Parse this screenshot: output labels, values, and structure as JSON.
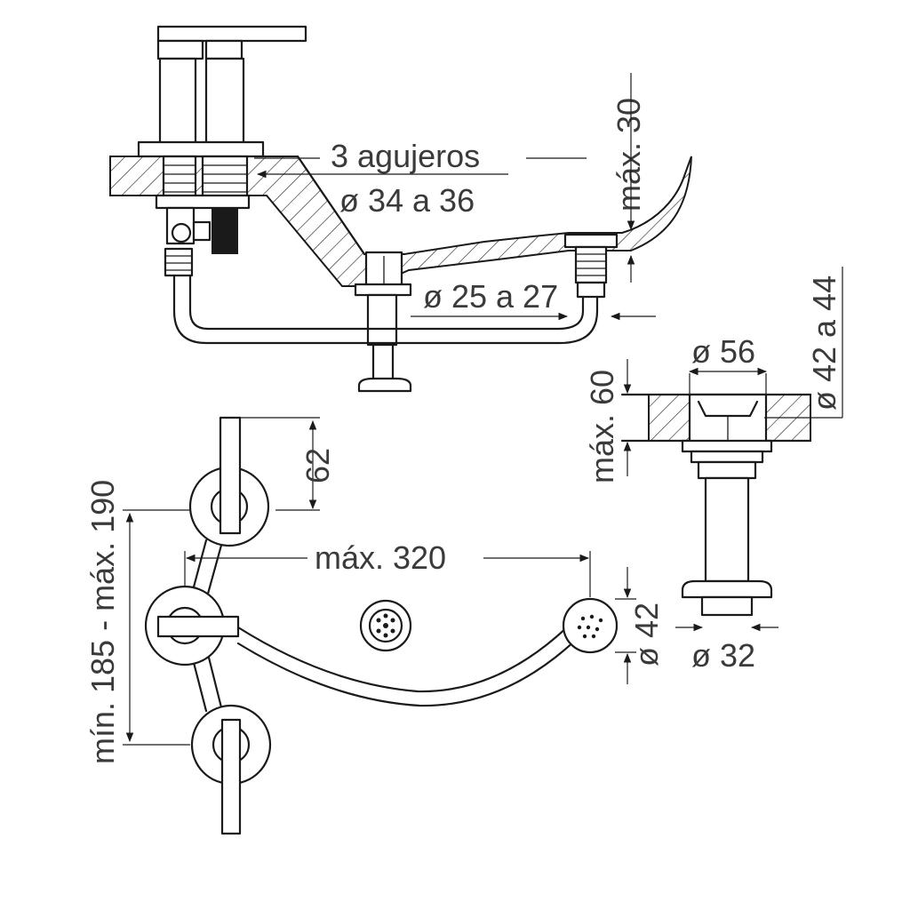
{
  "labels": {
    "holes": "3 agujeros",
    "hole_diameter": "ø 34 a 36",
    "drain_diameter": "ø 25 a 27",
    "max_top": "máx. 30",
    "spray_hole_diameter": "ø 42 a 44",
    "flange_diameter": "ø 56",
    "max_deck": "máx. 60",
    "stem_diameter": "ø 32",
    "handle_spacing": "62",
    "span_max": "máx. 320",
    "spacing_range": "mín. 185 - máx. 190",
    "spray_head_diameter": "ø 42"
  },
  "colors": {
    "line": "#1a1a1a",
    "text": "#3a3a3a",
    "background": "#ffffff"
  }
}
